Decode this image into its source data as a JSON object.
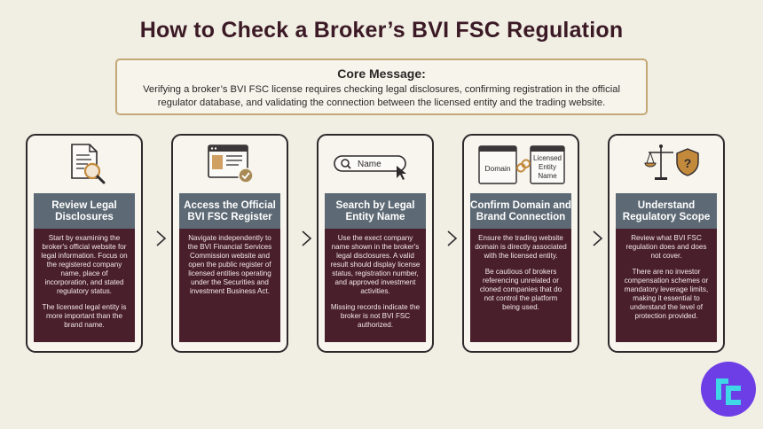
{
  "title": "How to Check a Broker’s BVI FSC Regulation",
  "core": {
    "title": "Core Message:",
    "text": "Verifying a broker’s BVI FSC license requires checking legal disclosures, confirming registration in the official regulator database, and validating the connection between the licensed entity and the trading website."
  },
  "steps": [
    {
      "title": "Review Legal Disclosures",
      "paragraphs": [
        "Start by examining the broker's official website for legal information. Focus on the registered company name, place of incorporation, and stated regulatory status.",
        "The licensed legal entity is more important than the brand name."
      ],
      "icon": "document-magnifier-icon"
    },
    {
      "title": "Access the Official BVI FSC Register",
      "paragraphs": [
        "Navigate independently to the BVI Financial Services Commission website and open the public register of licensed entities operating under the Securities and investment Business Act."
      ],
      "icon": "browser-check-icon"
    },
    {
      "title": "Search by Legal Entity Name",
      "paragraphs": [
        "Use the exect company name shown in the broker's legal disclosures. A valid result should display license status, registration number, and approved investment activities.",
        "Missing records indicate the broker is not BVI FSC authorized."
      ],
      "icon": "search-bar-icon",
      "search_placeholder": "Name"
    },
    {
      "title": "Confirm Domain and Brand Connection",
      "paragraphs": [
        "Ensure the trading website domain is directly associated with the licensed entity.",
        "Be cautious of brokers referencing unrelated or cloned companies that do not control the platform being used."
      ],
      "icon": "domain-link-icon",
      "domain_label": "Domain",
      "entity_label": "Licensed Entity Name"
    },
    {
      "title": "Understand Regulatory Scope",
      "paragraphs": [
        "Review what BVI FSC regulation does and does not cover.",
        "There are no investor compensation schemes or mandatory leverage limits, making it essential to understand the level of protection provided."
      ],
      "icon": "scale-shield-icon"
    }
  ],
  "colors": {
    "header": "#5d6a75",
    "body": "#4a1f2c",
    "accent": "#c4a876",
    "logo": "#6d3ee6"
  }
}
